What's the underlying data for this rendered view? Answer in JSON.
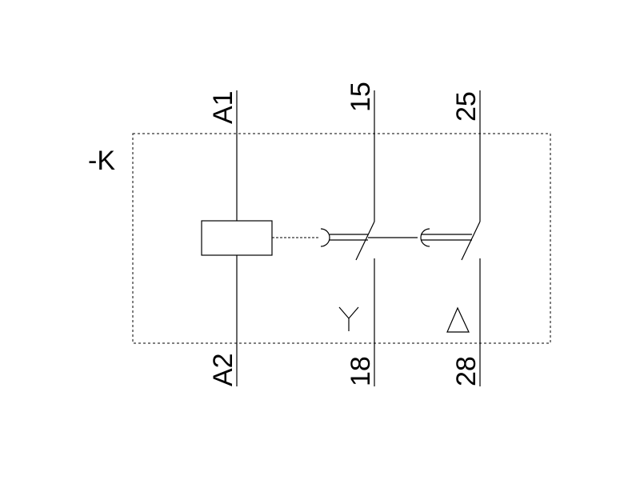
{
  "device": {
    "designation": "-K"
  },
  "terminals": {
    "coil_top": "A1",
    "coil_bottom": "A2",
    "contact1_top": "15",
    "contact1_bottom": "18",
    "contact2_top": "25",
    "contact2_bottom": "28"
  },
  "symbols": {
    "contact1_function": "y-symbol-icon",
    "contact2_function": "triangle-icon"
  }
}
